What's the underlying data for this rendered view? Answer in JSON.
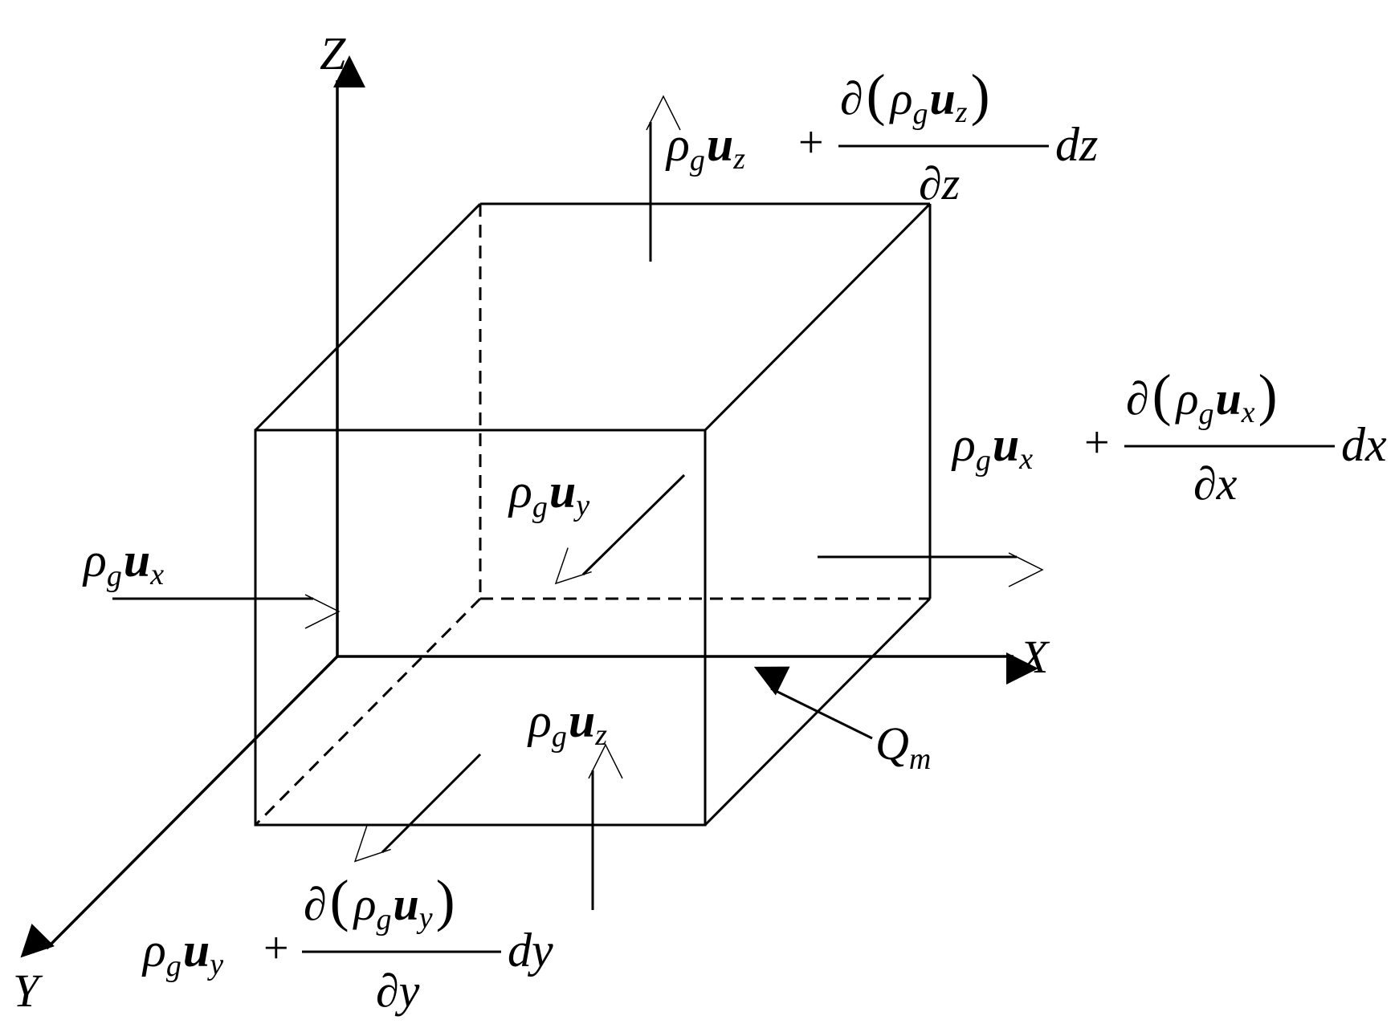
{
  "axes": {
    "x": "X",
    "y": "Y",
    "z": "Z"
  },
  "symbols": {
    "rho": "ρ",
    "sub_g": "g",
    "u": "u",
    "sub_x": "x",
    "sub_y": "y",
    "sub_z": "z",
    "plus": "+",
    "partial": "∂",
    "open_paren": "(",
    "close_paren": ")",
    "dx": "dx",
    "dy": "dy",
    "dz": "dz",
    "den_x": "∂x",
    "den_y": "∂y",
    "den_z": "∂z"
  },
  "source": {
    "Q": "Q",
    "sub_m": "m"
  }
}
